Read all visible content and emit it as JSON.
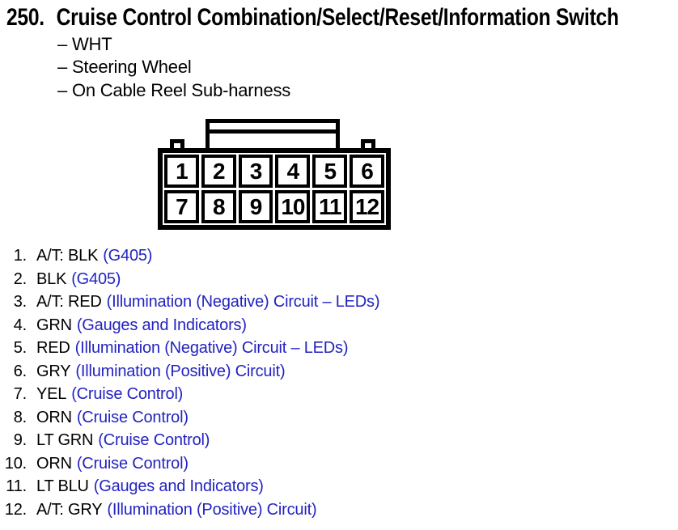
{
  "colors": {
    "text": "#000000",
    "background": "#ffffff",
    "link_blue": "#2323C2"
  },
  "header": {
    "section_number": "250.",
    "title": "Cruise Control Combination/Select/Reset/Information Switch",
    "subitems": [
      "– WHT",
      "– Steering Wheel",
      "– On Cable Reel Sub-harness"
    ]
  },
  "connector": {
    "rows": [
      [
        "1",
        "2",
        "3",
        "4",
        "5",
        "6"
      ],
      [
        "7",
        "8",
        "9",
        "10",
        "11",
        "12"
      ]
    ]
  },
  "pin_list": [
    {
      "num": "1.",
      "wire": "A/T: BLK",
      "circuit": "(G405)"
    },
    {
      "num": "2.",
      "wire": "BLK",
      "circuit": "(G405)"
    },
    {
      "num": "3.",
      "wire": "A/T: RED",
      "circuit": "(Illumination (Negative) Circuit – LEDs)"
    },
    {
      "num": "4.",
      "wire": "GRN",
      "circuit": "(Gauges and Indicators)"
    },
    {
      "num": "5.",
      "wire": "RED",
      "circuit": "(Illumination (Negative) Circuit – LEDs)"
    },
    {
      "num": "6.",
      "wire": "GRY",
      "circuit": "(Illumination (Positive) Circuit)"
    },
    {
      "num": "7.",
      "wire": "YEL",
      "circuit": "(Cruise Control)"
    },
    {
      "num": "8.",
      "wire": "ORN",
      "circuit": "(Cruise Control)"
    },
    {
      "num": "9.",
      "wire": "LT GRN",
      "circuit": "(Cruise Control)"
    },
    {
      "num": "10.",
      "wire": "ORN",
      "circuit": "(Cruise Control)"
    },
    {
      "num": "11.",
      "wire": "LT BLU",
      "circuit": "(Gauges and Indicators)"
    },
    {
      "num": "12.",
      "wire": "A/T: GRY",
      "circuit": "(Illumination (Positive) Circuit)"
    }
  ]
}
